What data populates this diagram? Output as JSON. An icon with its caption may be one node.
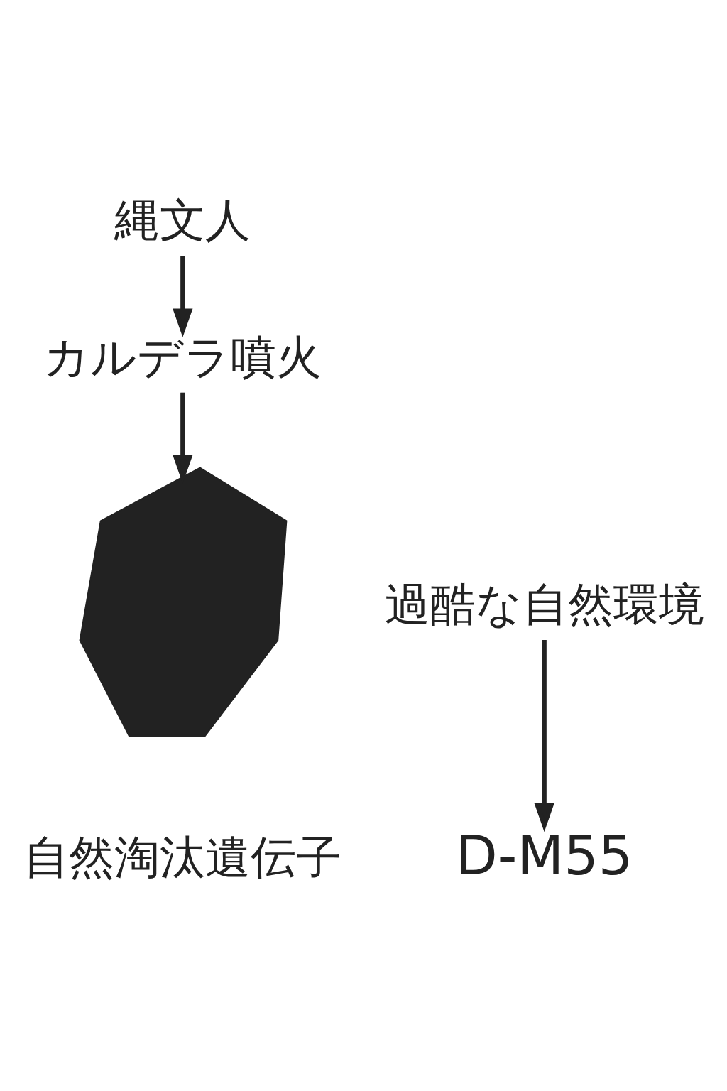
{
  "diagram": {
    "nodes": [
      {
        "text": [
          "縄文人"
        ]
      },
      {
        "text": [
          "カルデラ噴火"
        ]
      },
      {
        "text": [],
        "shape": "picture"
      },
      {
        "text": [
          "過酷な自然環境"
        ]
      },
      {
        "text": [
          "D-M55"
        ]
      },
      {
        "text": [
          "自然淘汰遺伝子"
        ]
      }
    ],
    "edges": [
      {
        "from": 0,
        "to": 1,
        "arrow": "to"
      },
      {
        "from": 1,
        "to": 2,
        "arrow": "to"
      },
      {
        "from": 3,
        "to": 4,
        "arrow": "to"
      }
    ]
  }
}
